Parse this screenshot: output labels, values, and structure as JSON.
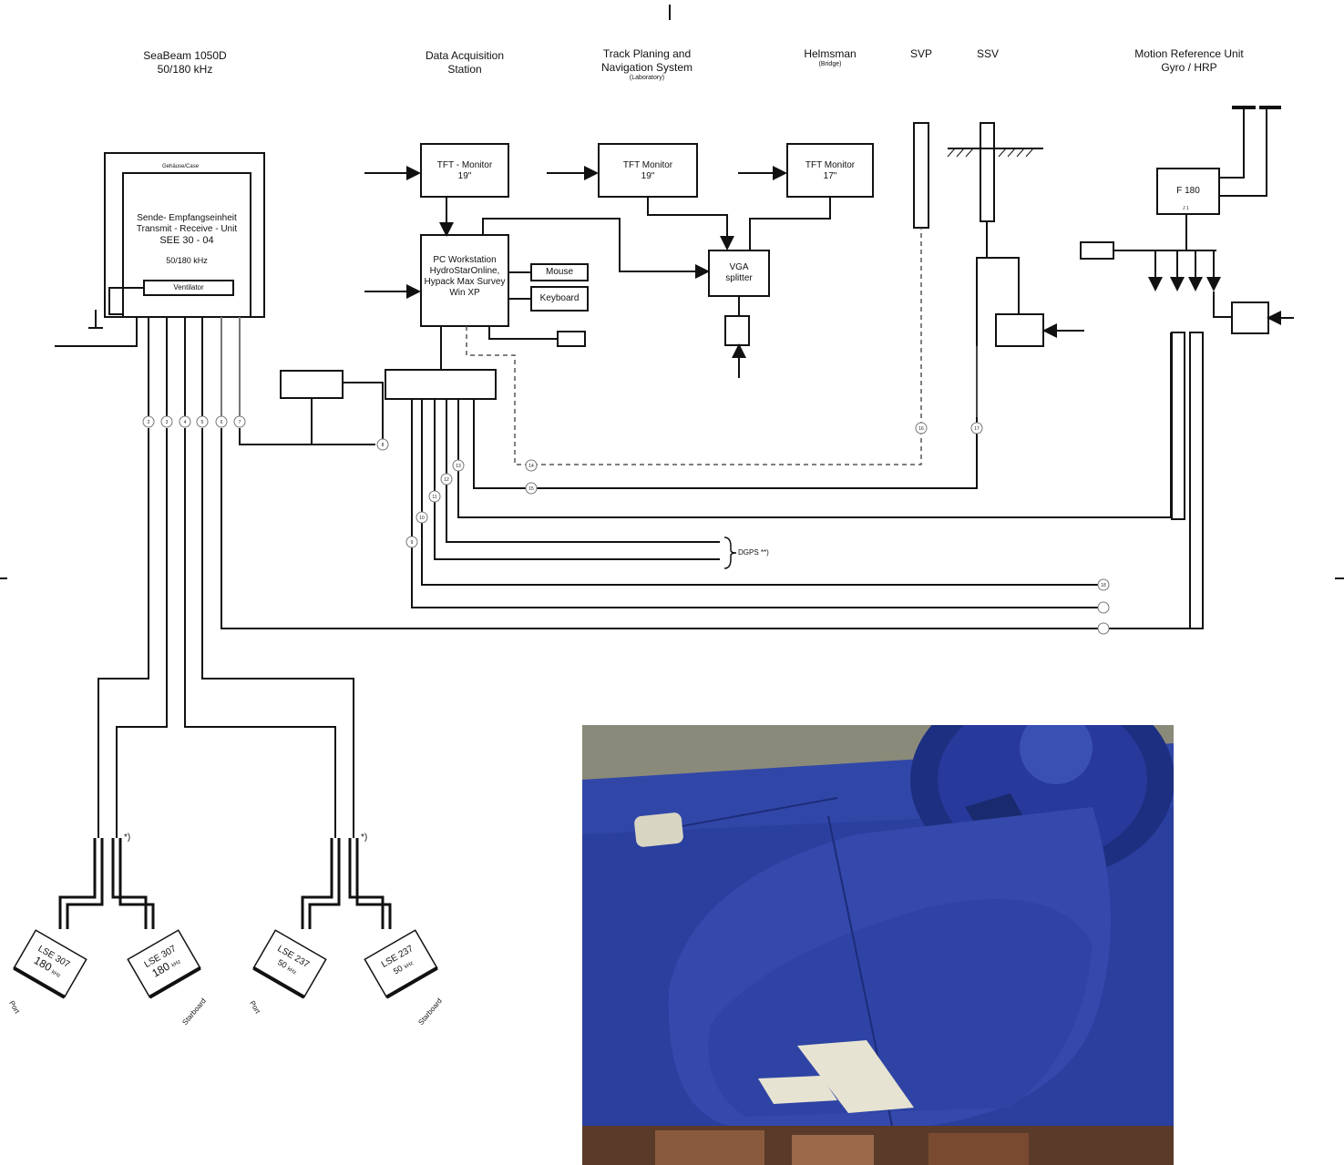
{
  "headers": {
    "seabeam": [
      "SeaBeam 1050D",
      "50/180 kHz"
    ],
    "das": [
      "Data Acquisition",
      "Station"
    ],
    "track": [
      "Track Planing and",
      "Navigation System"
    ],
    "track_sub": "(Laboratory)",
    "helmsman": "Helmsman",
    "helmsman_sub": "(Bridge)",
    "svp": "SVP",
    "ssv": "SSV",
    "mru": [
      "Motion Reference Unit",
      "Gyro / HRP"
    ]
  },
  "boxes": {
    "case_title": "Gehäuse/Case",
    "see": [
      "Sende- Empfangseinheit",
      "Transmit - Receive - Unit",
      "SEE 30 - 04"
    ],
    "see_freq": "50/180 kHz",
    "fan": "Ventilator",
    "tft1": [
      "TFT - Monitor",
      "19\""
    ],
    "tft2": [
      "TFT Monitor",
      "19\""
    ],
    "tft3": [
      "TFT Monitor",
      "17\""
    ],
    "pc": [
      "PC Workstation",
      "HydroStarOnline,",
      "Hypack Max Survey",
      "Win XP"
    ],
    "mouse": "Mouse",
    "keyboard": "Keyboard",
    "vga": [
      "VGA",
      "splitter"
    ],
    "f180": "F 180",
    "j1": "J 1",
    "dgps": "DGPS **)"
  },
  "transducers": [
    {
      "name": "LSE 307",
      "freq": "180",
      "unit": "kHz",
      "side": "Port"
    },
    {
      "name": "LSE 307",
      "freq": "180",
      "unit": "kHz",
      "side": "Starboard"
    },
    {
      "name": "LSE 237",
      "freq": "50",
      "unit": "kHz",
      "side": "Port"
    },
    {
      "name": "LSE 237",
      "freq": "50",
      "unit": "kHz",
      "side": "Starboard"
    }
  ],
  "note_marks": [
    "*)",
    "*)"
  ],
  "nodes": [
    "2",
    "3",
    "4",
    "5",
    "6",
    "7",
    "8",
    "9",
    "10",
    "11",
    "12",
    "13",
    "14",
    "15",
    "16",
    "17",
    "18"
  ],
  "colors": {
    "line": "#111111",
    "dash": "#555555",
    "hull": "#2f44a6"
  }
}
